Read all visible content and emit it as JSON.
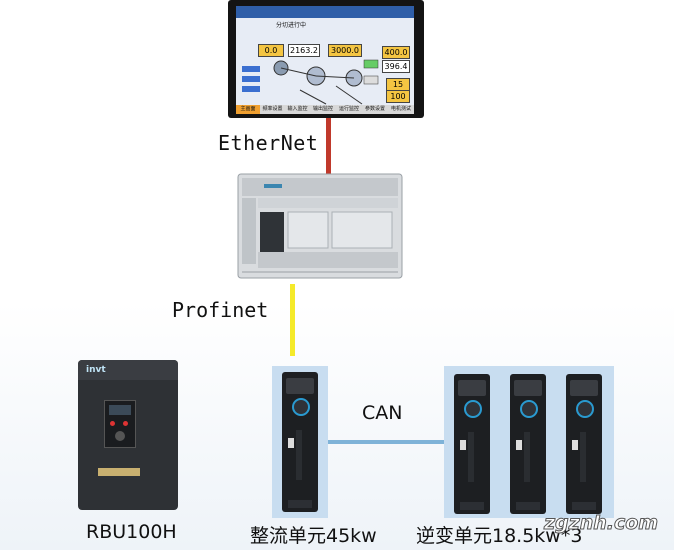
{
  "links": {
    "ethernet": "EtherNet",
    "profinet": "Profinet",
    "can": "CAN"
  },
  "devices": {
    "rbu": "RBU100H",
    "rectifier": "整流单元45kw",
    "inverter": "逆变单元18.5kw*3",
    "rbu_brand": "invt"
  },
  "hmi": {
    "sub_title": "分切进行中",
    "values": [
      "0.0",
      "2163.2",
      "3000.0",
      "400.0",
      "396.4",
      "15",
      "100"
    ],
    "tab_active": "主画面",
    "tabs": [
      "频率设置",
      "输入监控",
      "输出监控",
      "运行监控",
      "参数设置",
      "电机测试"
    ]
  },
  "watermark": "zgznh.com",
  "colors": {
    "ethernet_link": "#c0392b",
    "profinet_link": "#f5ea2a",
    "can_link": "#7fb3d8",
    "panel_bg": "#c8ddf0",
    "drive_accent": "#2a9ad0"
  }
}
